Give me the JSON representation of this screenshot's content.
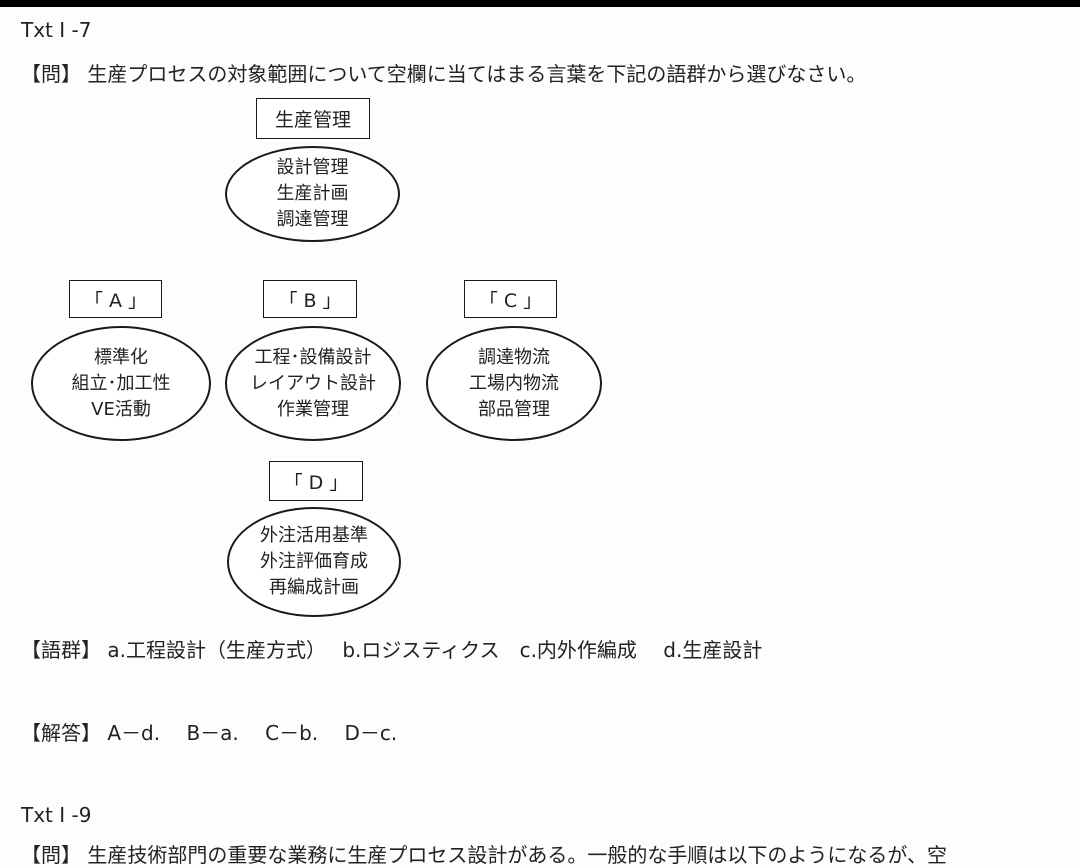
{
  "section1": {
    "heading": "Txt I -7",
    "question": "【問】 生産プロセスの対象範囲について空欄に当てはまる言葉を下記の語群から選びなさい。"
  },
  "diagram": {
    "root": {
      "label": "生産管理",
      "items": [
        "設計管理",
        "生産計画",
        "調達管理"
      ]
    },
    "nodes": [
      {
        "id": "A",
        "label": "「 A 」",
        "items": [
          "標準化",
          "組立･加工性",
          "VE活動"
        ]
      },
      {
        "id": "B",
        "label": "「 B 」",
        "items": [
          "工程･設備設計",
          "レイアウト設計",
          "作業管理"
        ]
      },
      {
        "id": "C",
        "label": "「 C 」",
        "items": [
          "調達物流",
          "工場内物流",
          "部品管理"
        ]
      },
      {
        "id": "D",
        "label": "「 D 」",
        "items": [
          "外注活用基準",
          "外注評価育成",
          "再編成計画"
        ]
      }
    ]
  },
  "word_group": "【語群】 a.工程設計（生産方式）　 b.ロジスティクス　c.内外作編成　 d.生産設計",
  "answer": "【解答】 A－d.　 B－a.　 C－b.　 D－c.",
  "section2": {
    "heading": "Txt I -9",
    "question": "【問】 生産技術部門の重要な業務に生産プロセス設計がある。一般的な手順は以下のようになるが、空"
  }
}
